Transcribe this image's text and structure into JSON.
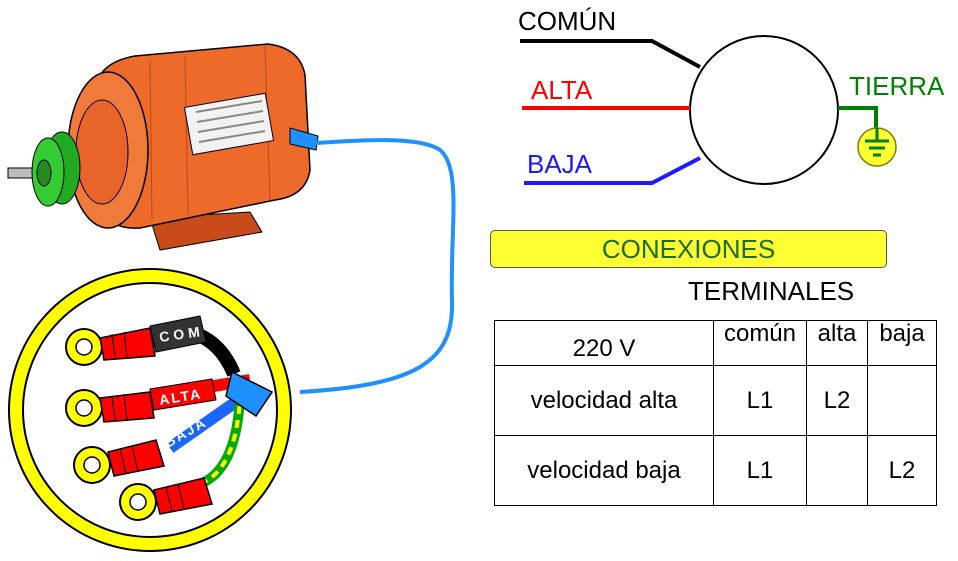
{
  "diagram": {
    "wire_labels": {
      "common": "COMÚN",
      "high": "ALTA",
      "low": "BAJA",
      "ground": "TIERRA"
    },
    "terminal_labels": {
      "common": "COM",
      "high": "ALTA",
      "low": "BAJA"
    },
    "colors": {
      "common": "#000000",
      "high": "#ff0000",
      "low": "#1a1aff",
      "ground": "#008000",
      "motor_body": "#ee6a2a",
      "pulley": "#33cc33",
      "cable": "#1e90ff",
      "connector_ring": "#ffff00",
      "banner": "#ffff33"
    }
  },
  "table": {
    "banner": "CONEXIONES",
    "title": "TERMINALES",
    "headers": [
      "220 V",
      "común",
      "alta",
      "baja"
    ],
    "rows": [
      {
        "label": "velocidad alta",
        "values": [
          "L1",
          "L2",
          ""
        ]
      },
      {
        "label": "velocidad baja",
        "values": [
          "L1",
          "",
          "L2"
        ]
      }
    ]
  }
}
